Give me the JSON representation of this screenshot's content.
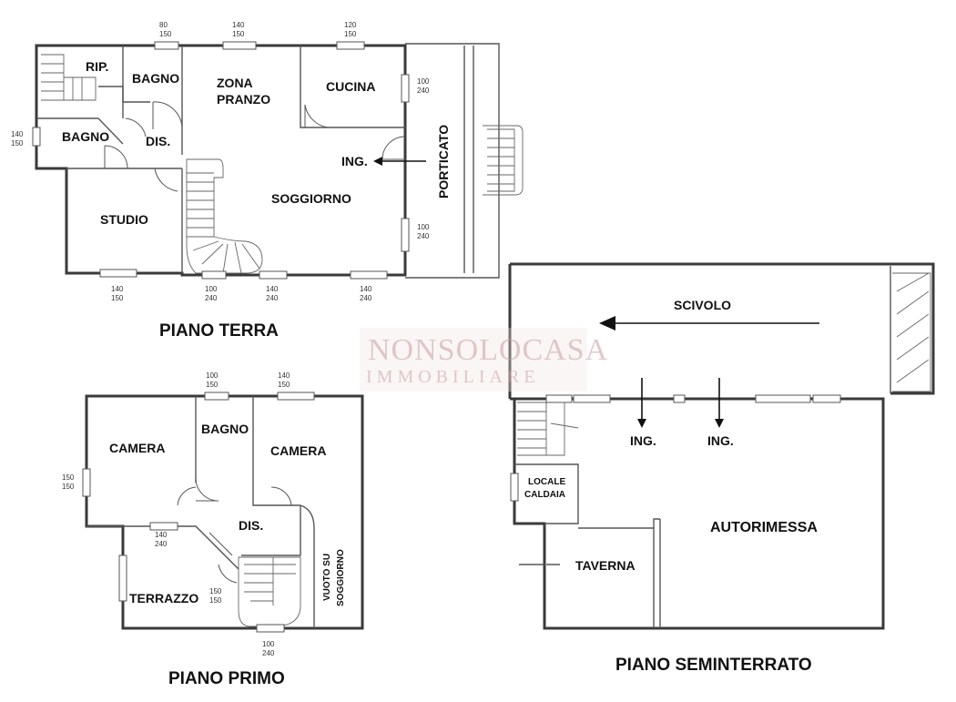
{
  "watermark": {
    "line1": "NONSOLOCASA",
    "line2": "IMMOBILIARE"
  },
  "floors": {
    "terra": {
      "title": "PIANO TERRA",
      "rooms": {
        "rip": "RIP.",
        "bagno_top": "BAGNO",
        "zona_pranzo_1": "ZONA",
        "zona_pranzo_2": "PRANZO",
        "cucina": "CUCINA",
        "bagno_left": "BAGNO",
        "dis": "DIS.",
        "ing": "ING.",
        "porticato": "PORTICATO",
        "studio": "STUDIO",
        "soggiorno": "SOGGIORNO"
      },
      "dims": {
        "d1a": "80",
        "d1b": "150",
        "d2a": "140",
        "d2b": "150",
        "d3a": "120",
        "d3b": "150",
        "d4a": "100",
        "d4b": "240",
        "d5a": "100",
        "d5b": "240",
        "d6a": "140",
        "d6b": "150",
        "d7a": "140",
        "d7b": "150",
        "d8a": "100",
        "d8b": "240",
        "d9a": "140",
        "d9b": "240",
        "d10a": "140",
        "d10b": "240"
      }
    },
    "primo": {
      "title": "PIANO PRIMO",
      "rooms": {
        "bagno": "BAGNO",
        "camera_left": "CAMERA",
        "camera_right": "CAMERA",
        "dis": "DIS.",
        "terrazzo": "TERRAZZO",
        "vuoto_1": "VUOTO SU",
        "vuoto_2": "SOGGIORNO"
      },
      "dims": {
        "d1a": "100",
        "d1b": "150",
        "d2a": "140",
        "d2b": "150",
        "d3a": "150",
        "d3b": "150",
        "d4a": "140",
        "d4b": "240",
        "d5a": "150",
        "d5b": "150",
        "d6a": "100",
        "d6b": "240"
      }
    },
    "seminterrato": {
      "title": "PIANO SEMINTERRATO",
      "rooms": {
        "scivolo": "SCIVOLO",
        "ing_1": "ING.",
        "ing_2": "ING.",
        "locale_1": "LOCALE",
        "locale_2": "CALDAIA",
        "autorimessa": "AUTORIMESSA",
        "taverna": "TAVERNA"
      }
    }
  }
}
